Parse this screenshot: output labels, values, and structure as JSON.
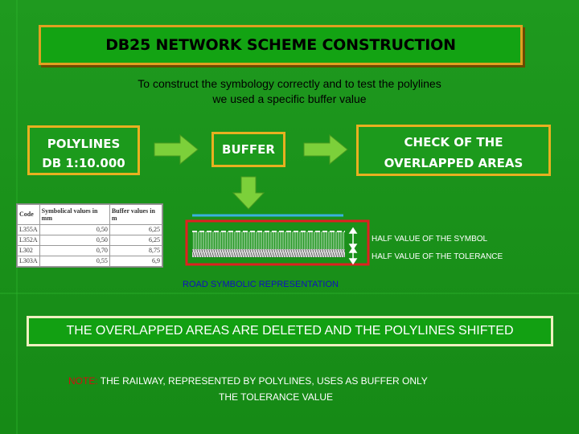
{
  "title": "DB25 NETWORK SCHEME CONSTRUCTION",
  "subtitle_line1": "To construct the symbology correctly and to test the polylines",
  "subtitle_line2": "we used  a specific buffer value",
  "box_polylines_line1": "POLYLINES",
  "box_polylines_line2": "DB  1:10.000",
  "box_buffer": "BUFFER",
  "box_check_line1": "CHECK OF THE",
  "box_check_line2": "OVERLAPPED AREAS",
  "table": {
    "headers": [
      "Code",
      "Symbolical values in mm",
      "Buffer values in m"
    ],
    "rows": [
      [
        "L355A",
        "0,50",
        "6,25"
      ],
      [
        "L352A",
        "0,50",
        "6,25"
      ],
      [
        "L302",
        "0,70",
        "8,75"
      ],
      [
        "L303A",
        "0,55",
        "6,9"
      ]
    ]
  },
  "label_half_symbol": "HALF VALUE OF THE SYMBOL",
  "label_half_tolerance": "HALF VALUE OF THE TOLERANCE",
  "road_label": "ROAD SYMBOLIC REPRESENTATION",
  "deleted_text": "THE OVERLAPPED AREAS ARE DELETED AND THE POLYLINES SHIFTED",
  "note_label": "NOTE:",
  "note_line1": " THE RAILWAY, REPRESENTED BY POLYLINES,  USES AS BUFFER ONLY",
  "note_line2": "THE TOLERANCE VALUE",
  "colors": {
    "background": "#1a931a",
    "accent_border": "#e8b020",
    "arrow": "#7cd03a",
    "red_frame": "#e02020",
    "note_red": "#d01010"
  }
}
